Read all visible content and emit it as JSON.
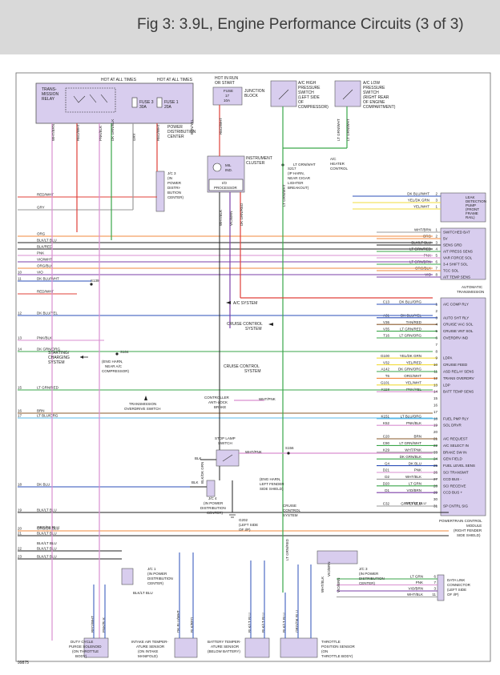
{
  "header": {
    "title": "Fig 3: 3.9L, Engine Performance Circuits (3 of 3)"
  },
  "figure_id": "99875",
  "hot_labels": [
    "HOT AT ALL TIMES",
    "HOT AT ALL TIMES",
    "HOT IN RUN",
    "OR START"
  ],
  "components": {
    "relay": [
      "TRANS-",
      "MISSION",
      "RELAY"
    ],
    "fuse3": [
      "FUSE 3",
      "30A"
    ],
    "fuse1": [
      "FUSE 1",
      "20A"
    ],
    "pdc": [
      "POWER",
      "DISTRIBUTION",
      "CENTER"
    ],
    "fuse17": [
      "FUSE",
      "17",
      "10A"
    ],
    "junction_block": [
      "JUNCTION",
      "BLOCK"
    ],
    "ac_high": [
      "A/C HIGH",
      "PRESSURE",
      "SWITCH",
      "(LEFT SIDE",
      "OF",
      "COMPRESSOR)"
    ],
    "ac_low": [
      "A/C LOW",
      "PRESSURE",
      "SWITCH",
      "(RIGHT REAR",
      "OF ENGINE",
      "COMPARTMENT)"
    ],
    "instrument_cluster": [
      "INSTRUMENT",
      "CLUSTER"
    ],
    "mil": [
      "MIL",
      "IND."
    ],
    "io_proc": [
      "I/O",
      "PROCESSOR"
    ],
    "jc3": [
      "J/C 3",
      "(IN",
      "POWER",
      "DISTRI-",
      "BUTION",
      "CENTER)"
    ],
    "s217": [
      "S217",
      "(IP HARN,",
      "NEAR CIGAR",
      "LIGHTER",
      "BREAKOUT)"
    ],
    "heater": [
      "A/C",
      "HEATER",
      "CONTROL"
    ],
    "leak_pump": [
      "LEAK",
      "DETECTION",
      "PUMP",
      "(FRONT",
      "FRAME",
      "RAIL)"
    ],
    "auto_trans": [
      "AUTOMATIC",
      "TRANSMISSION"
    ],
    "starting": [
      "STARTING/",
      "CHARGING",
      "SYSTEM"
    ],
    "s104": [
      "S104",
      "(ENG HARN,",
      "NEAR A/C",
      "COMPRESSOR)"
    ],
    "s139": "S139",
    "ac_system": "A/C SYSTEM",
    "cruise1": [
      "CRUISE CONTROL",
      "SYSTEM"
    ],
    "cruise2": [
      "CRUISE CONTROL",
      "SYSTEM"
    ],
    "cruise3": [
      "CRUISE",
      "CONTROL",
      "SYSTEM"
    ],
    "trans_od": [
      "TRANSMISSION",
      "OVERDRIVE SWITCH"
    ],
    "abs": [
      "CONTROLLER",
      "ANTI-LOCK",
      "BRAKE"
    ],
    "stop_lamp": [
      "STOP LAMP",
      "SWITCH"
    ],
    "s156": "S156",
    "s156_loc": [
      "(ENG HARN,",
      "LEFT FENDER",
      "SIDE SHIELD)"
    ],
    "jc4": [
      "J/C 4",
      "(IN POWER",
      "DISTRIBUTION",
      "CENTER)"
    ],
    "g202": [
      "G202",
      "(LEFT SIDE",
      "OF I/P)"
    ],
    "jc1": [
      "J/C 1",
      "(IN POWER",
      "DISTRIBUTION",
      "CENTER)"
    ],
    "jc3b": [
      "J/C 3",
      "(IN POWER",
      "DISTRIBUTION",
      "CENTER)"
    ],
    "pcm": [
      "POWERTRAIN CONTROL",
      "MODULE",
      "(RIGHT FENDER",
      "SIDE SHIELD)"
    ],
    "dlc": [
      "DATA LINK",
      "CONNECTOR",
      "(LEFT SIDE",
      "OF I/P)"
    ],
    "purge": [
      "DUTY CYCLE",
      "PURGE SOLENOID",
      "(ON THROTTLE",
      "BODY)"
    ],
    "iat": [
      "INTAKE AIR TEMPER-",
      "ATURE SENSOR",
      "(ON INTAKE",
      "MANIFOLD)"
    ],
    "bat_temp": [
      "BATTERY TEMPER-",
      "ATURE SENSOR",
      "(BELOW BATTERY)"
    ],
    "tps": [
      "THROTTLE",
      "POSITION SENSOR",
      "(ON",
      "THROTTLE BODY)"
    ]
  },
  "left_wires": [
    {
      "n": "",
      "label": "RED/WHT"
    },
    {
      "n": "",
      "label": "GRY"
    },
    {
      "n": "",
      "label": "ORG"
    },
    {
      "n": "",
      "label": "BLK/LT BLU"
    },
    {
      "n": "",
      "label": "BLK/RED"
    },
    {
      "n": "",
      "label": "PNK"
    },
    {
      "n": "",
      "label": "VIO/WHT"
    },
    {
      "n": "",
      "label": "ORG/BLK"
    },
    {
      "n": "10",
      "label": "VIO"
    },
    {
      "n": "11",
      "label": "DK BLU/WHT"
    },
    {
      "n": "",
      "label": "RED/WHT"
    },
    {
      "n": "12",
      "label": "DK BLU/YEL"
    },
    {
      "n": "13",
      "label": "PNK/BLK"
    },
    {
      "n": "14",
      "label": "DK GRN/ORG"
    },
    {
      "n": "15",
      "label": "LT GRN/RED"
    },
    {
      "n": "16",
      "label": "BRN"
    },
    {
      "n": "17",
      "label": "LT BLU/ORG"
    },
    {
      "n": "18",
      "label": "DK BLU"
    },
    {
      "n": "19",
      "label": "BLK/LT BLU"
    },
    {
      "n": "20",
      "label": "ORG/DK BLU"
    },
    {
      "n": "21",
      "label": "BLK/LT BLU"
    },
    {
      "n": "22",
      "label": "BLK/LT BLU"
    },
    {
      "n": "23",
      "label": "BLK/LT BLU"
    }
  ],
  "leak_pins": [
    {
      "wire": "DK BLU/WHT",
      "pin": "2"
    },
    {
      "wire": "YEL/DK GRN",
      "pin": "3"
    },
    {
      "wire": "YEL/WHT",
      "pin": "1"
    }
  ],
  "trans_pins": [
    {
      "wire": "WHT/BRN",
      "pin": "1",
      "fn": "SWITCHED BAT"
    },
    {
      "wire": "ORG",
      "pin": "2",
      "fn": "5V"
    },
    {
      "wire": "BLK/LT BLU",
      "pin": "3",
      "fn": "SENS GRD"
    },
    {
      "wire": "LT GRN/RED",
      "pin": "4",
      "fn": "A/T PRESS SENS"
    },
    {
      "wire": "PNK",
      "pin": "5",
      "fn": "VAR FORCE SOL"
    },
    {
      "wire": "LT GRN/BRN",
      "pin": "6",
      "fn": "3-4 SHIFT SOL"
    },
    {
      "wire": "ORG/BLK",
      "pin": "7",
      "fn": "TCC SOL"
    },
    {
      "wire": "VIO",
      "pin": "8",
      "fn": "A/T TEMP SENS"
    }
  ],
  "pcm_pins": [
    {
      "cav": "C13",
      "wire": "DK BLU/ORG",
      "pin": "1",
      "fn": "A/C COMP RLY"
    },
    {
      "cav": "",
      "wire": "",
      "pin": "2",
      "fn": ""
    },
    {
      "cav": "A31",
      "wire": "DK BLU/YEL",
      "pin": "3",
      "fn": "AUTO SHT RLY"
    },
    {
      "cav": "V36",
      "wire": "TAN/RED",
      "pin": "4",
      "fn": "CRUISE VAC SOL"
    },
    {
      "cav": "V35",
      "wire": "LT GRN/RED",
      "pin": "5",
      "fn": "CRUISE VNT SOL"
    },
    {
      "cav": "T16",
      "wire": "LT GRN/ORG",
      "pin": "6",
      "fn": "OVERDRV IND"
    },
    {
      "cav": "",
      "wire": "",
      "pin": "7",
      "fn": ""
    },
    {
      "cav": "",
      "wire": "",
      "pin": "8",
      "fn": ""
    },
    {
      "cav": "G100",
      "wire": "YEL/DK GRN",
      "pin": "9",
      "fn": "LDPA"
    },
    {
      "cav": "V32",
      "wire": "YEL/RED",
      "pin": "10",
      "fn": "CRUISE FEED"
    },
    {
      "cav": "A142",
      "wire": "DK GRN/ORG",
      "pin": "11",
      "fn": "ASD RELAY SENS"
    },
    {
      "cav": "T6",
      "wire": "ORG/WHT",
      "pin": "12",
      "fn": "TRANS OVERDRV"
    },
    {
      "cav": "G101",
      "wire": "YEL/WHT",
      "pin": "13",
      "fn": "LDP"
    },
    {
      "cav": "K118",
      "wire": "PNK/YEL",
      "pin": "14",
      "fn": "BATT TEMP SENS"
    },
    {
      "cav": "",
      "wire": "",
      "pin": "15",
      "fn": ""
    },
    {
      "cav": "",
      "wire": "",
      "pin": "16",
      "fn": ""
    },
    {
      "cav": "",
      "wire": "",
      "pin": "17",
      "fn": ""
    },
    {
      "cav": "K151",
      "wire": "LT BLU/ORG",
      "pin": "18",
      "fn": "FUEL PMP RLY"
    },
    {
      "cav": "K52",
      "wire": "PNK/BLK",
      "pin": "19",
      "fn": "SOL DRVR"
    },
    {
      "cav": "",
      "wire": "",
      "pin": "20",
      "fn": ""
    },
    {
      "cav": "C20",
      "wire": "BRN",
      "pin": "21",
      "fn": "A/C REQUEST"
    },
    {
      "cav": "C90",
      "wire": "LT GRN/WHT",
      "pin": "22",
      "fn": "A/C SELECT IN"
    },
    {
      "cav": "K29",
      "wire": "WHT/PNK",
      "pin": "23",
      "fn": "BRAKE SW IN"
    },
    {
      "cav": "",
      "wire": "DK GRN/BLK",
      "pin": "24",
      "fn": "GEN FIELD"
    },
    {
      "cav": "G4",
      "wire": "DK BLU",
      "pin": "25",
      "fn": "FUEL LEVEL SENS"
    },
    {
      "cav": "D21",
      "wire": "PNK",
      "pin": "26",
      "fn": "SCI TRANSMIT"
    },
    {
      "cav": "D2",
      "wire": "WHT/BLK",
      "pin": "27",
      "fn": "CCD BUS -"
    },
    {
      "cav": "D20",
      "wire": "LT GRN",
      "pin": "28",
      "fn": "SCI RECEIVE"
    },
    {
      "cav": "D1",
      "wire": "VIO/BRN",
      "pin": "29",
      "fn": "CCD BUS +"
    },
    {
      "cav": "",
      "wire": "",
      "pin": "30",
      "fn": ""
    },
    {
      "cav": "C32",
      "wire": "GRY/LT BLU",
      "pin": "31",
      "fn": "SP CNTRL SIG"
    }
  ],
  "dlc_pins": [
    {
      "wire": "LT GRN",
      "pin": "6"
    },
    {
      "wire": "PNK",
      "pin": "7"
    },
    {
      "wire": "VIO/BRN",
      "pin": "3"
    },
    {
      "wire": "WHT/BLK",
      "pin": "11"
    }
  ],
  "vert_labels": [
    "WHT/BRN",
    "RED/WHT",
    "PNK/BLK",
    "DK GRN/BLK",
    "GRY",
    "RED/WHT",
    "RED/WHT",
    "WHT/BLK",
    "VIO/BRN",
    "LT GRN/WHT",
    "LT GRN/WHT",
    "DK GRN/RED",
    "LT GRN/RED"
  ],
  "misc_wire_labels": [
    "LT GRN/WHT",
    "WHT/PNK",
    "BLK",
    "WHT/PNK",
    "BLK",
    "LT GRN/WHT",
    "BRN/YEL",
    "BLK/DK GRN",
    "BLK/LT BLU",
    "VIO/BRN",
    "WHT/BLK",
    "VIO/BRN",
    "RED/WHT",
    "PNK/BLK",
    "DK BLU/WHT",
    "BLK/RED",
    "BLK/LT BLU",
    "BLK/LT BLU",
    "BLK/LT BLU",
    "ORG/DK BLU",
    "GRY/LT BLU",
    "ORG/DK BLU",
    "BLK/LT BLU"
  ],
  "colors": {
    "red": "#e0403a",
    "pink": "#d98fd0",
    "violet": "#7b3fa8",
    "orange": "#f08a3c",
    "blue": "#2b4fb8",
    "green": "#3aa64a",
    "yellow": "#f2dc3c",
    "gray": "#9a9a9a",
    "brown": "#8a5a2b",
    "black": "#222222",
    "ltblue": "#58b8e8"
  }
}
